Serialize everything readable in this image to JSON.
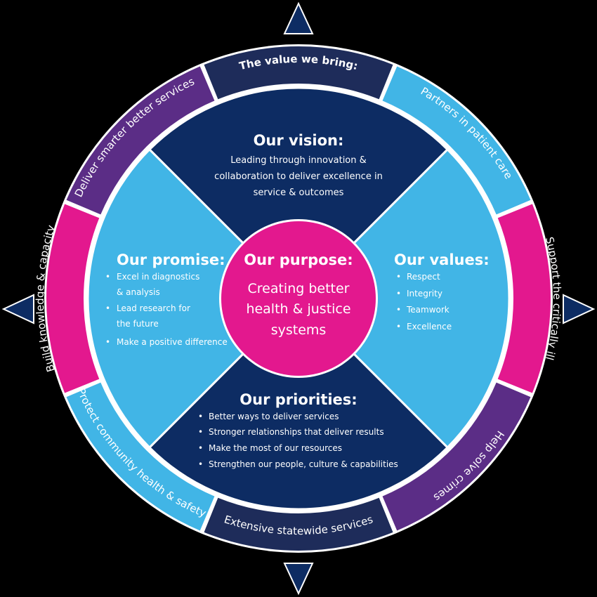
{
  "colors": {
    "background": "#000000",
    "navy": "#0d2c63",
    "dark_navy": "#1e2c5a",
    "light_blue": "#41b5e6",
    "magenta": "#e3188e",
    "purple": "#5b2d86",
    "white": "#ffffff"
  },
  "outer_ring": {
    "top": "The value we bring:",
    "top_right": "Partners in patient care",
    "right": "Support the critically ill",
    "bottom_right": "Help solve crimes",
    "bottom": "Extensive statewide services",
    "bottom_left": "Protect community health & safety",
    "left": "Build knowledge & capacity",
    "top_left": "Deliver smarter better services"
  },
  "vision": {
    "title": "Our vision:",
    "lines": [
      "Leading through innovation &",
      "collaboration to deliver excellence in",
      "service & outcomes"
    ]
  },
  "promise": {
    "title": "Our promise:",
    "bullets": [
      [
        "Excel in diagnostics",
        "& analysis"
      ],
      [
        "Lead research for",
        "the future"
      ],
      [
        "Make a positive difference"
      ]
    ]
  },
  "values": {
    "title": "Our values:",
    "bullets": [
      "Respect",
      "Integrity",
      "Teamwork",
      "Excellence"
    ]
  },
  "priorities": {
    "title": "Our priorities:",
    "bullets": [
      "Better ways to deliver services",
      "Stronger relationships that deliver results",
      "Make the most of our resources",
      "Strengthen our people, culture & capabilities"
    ]
  },
  "purpose": {
    "title": "Our purpose:",
    "lines": [
      "Creating better",
      "health & justice",
      "systems"
    ]
  },
  "compass": {
    "top": "triangle-up-icon",
    "right": "triangle-right-icon",
    "bottom": "triangle-down-icon",
    "left": "triangle-left-icon"
  }
}
